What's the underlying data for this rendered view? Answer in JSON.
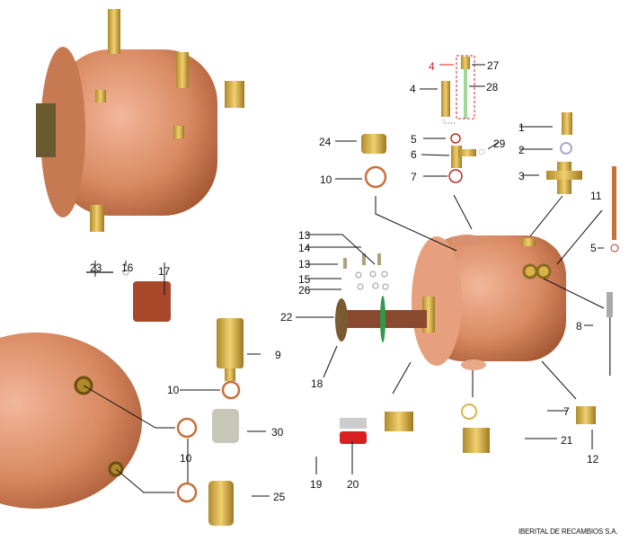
{
  "labels": [
    "4",
    "27",
    "4",
    "28",
    "1",
    "24",
    "5",
    "29",
    "2",
    "6",
    "3",
    "10",
    "7",
    "11",
    "13",
    "14",
    "13",
    "5",
    "15",
    "26",
    "22",
    "8",
    "23",
    "16",
    "17",
    "9",
    "18",
    "10",
    "7",
    "30",
    "10",
    "21",
    "12",
    "19",
    "20",
    "25"
  ],
  "footer": "IBERITAL DE RECAMBIOS S.A.",
  "colors": {
    "copper": "#d98a62",
    "brass": "#d9b24a",
    "ring": "#c8703a",
    "highlight_label": "#d8202a",
    "tube": "#9fd89a"
  }
}
